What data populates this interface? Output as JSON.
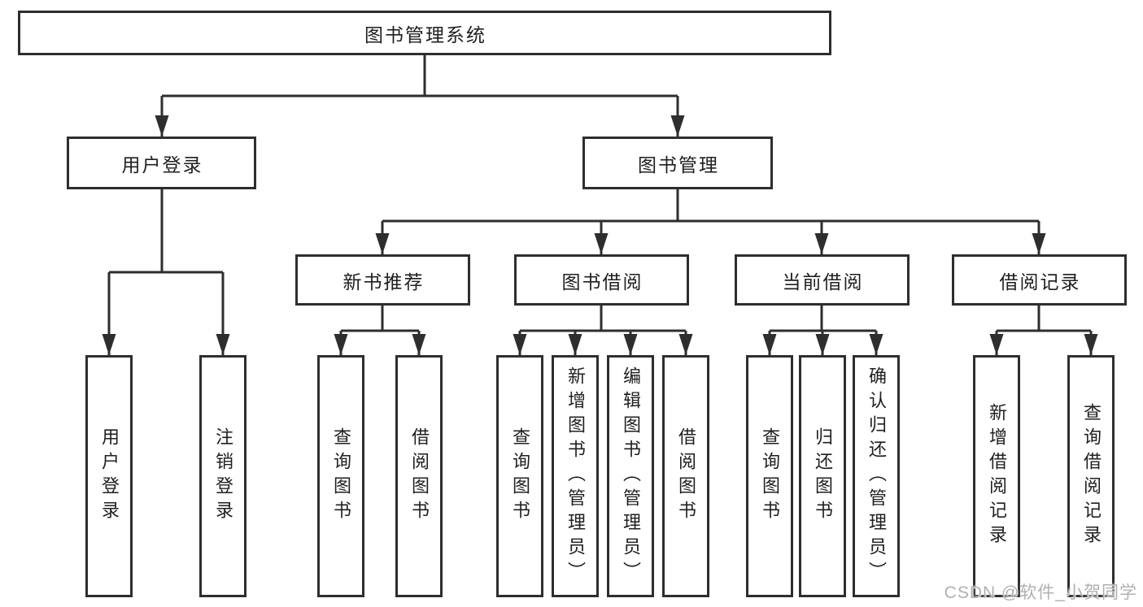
{
  "colors": {
    "line": "#2e2e2e",
    "text": "#1f1f1f",
    "background": "#ffffff",
    "watermark": "#b0b0b0"
  },
  "diagram": {
    "root": {
      "label": "图书管理系统"
    },
    "branches": [
      {
        "label": "用户登录",
        "leaves": [
          "用户登录",
          "注销登录"
        ]
      },
      {
        "label": "图书管理",
        "groups": [
          {
            "label": "新书推荐",
            "leaves": [
              "查询图书",
              "借阅图书"
            ]
          },
          {
            "label": "图书借阅",
            "leaves": [
              "查询图书",
              "新增图书（管理员）",
              "编辑图书（管理员）",
              "借阅图书"
            ]
          },
          {
            "label": "当前借阅",
            "leaves": [
              "查询图书",
              "归还图书",
              "确认归还（管理员）"
            ]
          },
          {
            "label": "借阅记录",
            "leaves": [
              "新增借阅记录",
              "查询借阅记录"
            ]
          }
        ]
      }
    ]
  },
  "watermark": {
    "text": "CSDN @软件_小贺同学"
  }
}
